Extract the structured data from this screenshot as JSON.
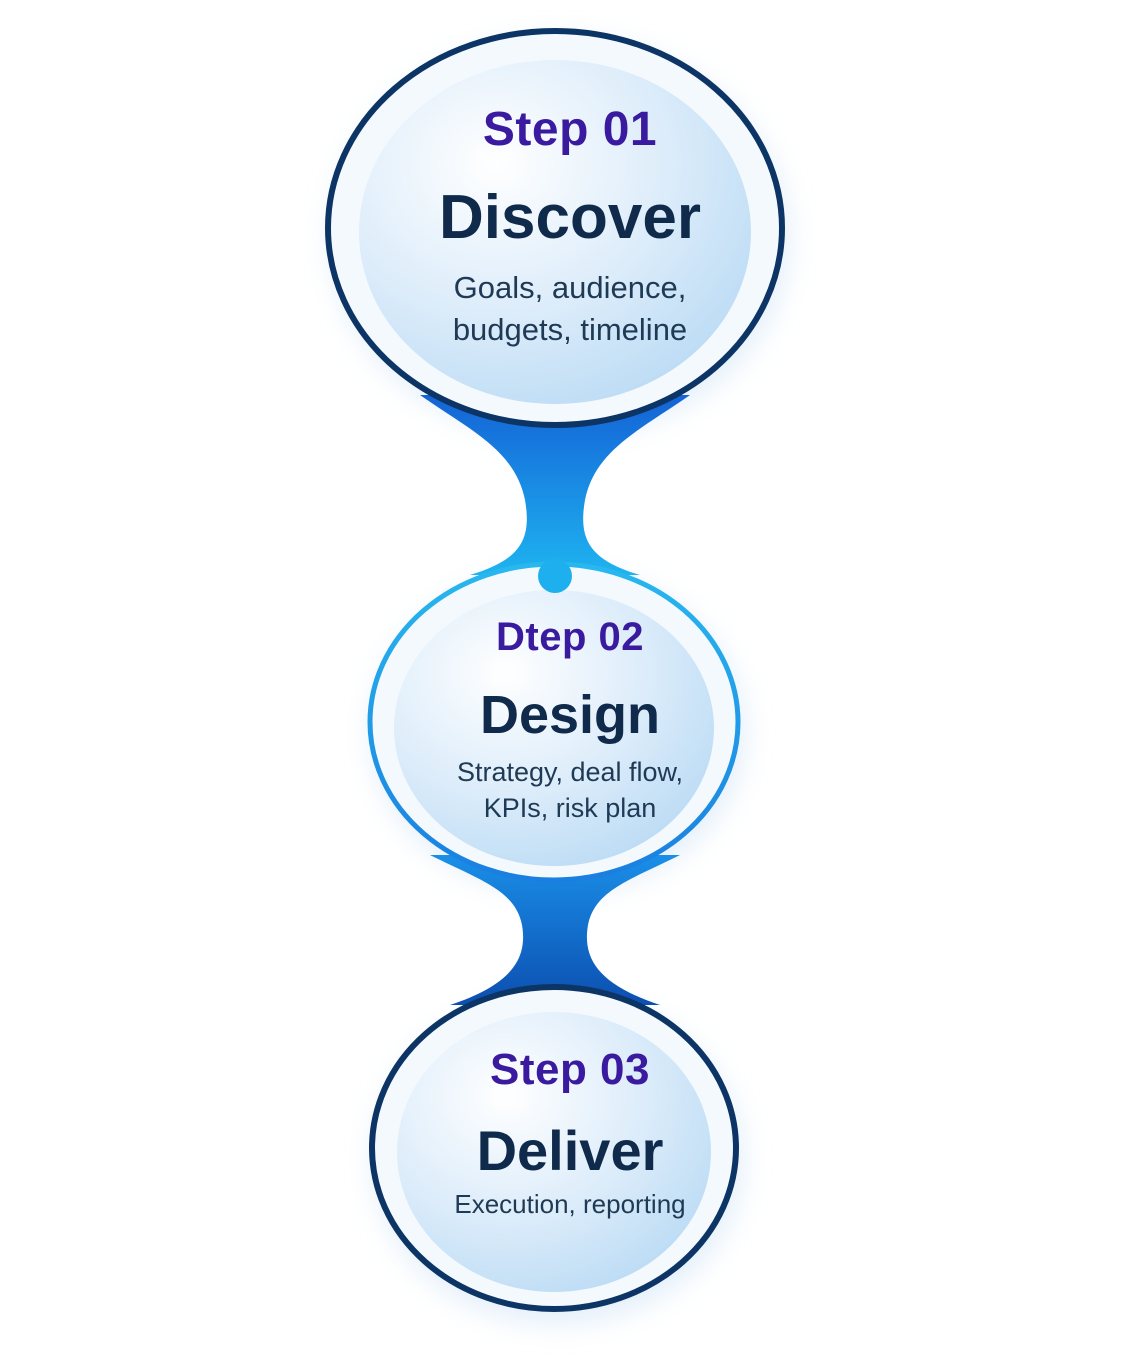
{
  "diagram": {
    "type": "vertical-process",
    "colors": {
      "ring_dark": "#0c3566",
      "ring_light": "#2eb3ea",
      "connector_top": "#1565d8",
      "connector_mid": "#1eb0f0",
      "label": "#3a1a9e",
      "title": "#0f2a4a",
      "desc": "#1f3a55"
    },
    "steps": [
      {
        "label": "Step 01",
        "title": "Discover",
        "desc_lines": [
          "Goals, audience,",
          "budgets, timeline"
        ]
      },
      {
        "label": "Dtep 02",
        "title": "Design",
        "desc_lines": [
          "Strategy, deal flow,",
          "KPIs, risk plan"
        ]
      },
      {
        "label": "Step 03",
        "title": "Deliver",
        "desc_lines": [
          "Execution, reporting"
        ]
      }
    ]
  }
}
